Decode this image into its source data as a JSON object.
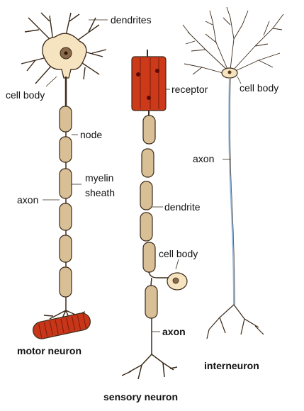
{
  "labels": {
    "dendrites": "dendrites",
    "cell_body_motor": "cell body",
    "node": "node",
    "myelin_sheath_line1": "myelin",
    "myelin_sheath_line2": "sheath",
    "axon_motor": "axon",
    "receptor": "receptor",
    "dendrite_sensory": "dendrite",
    "cell_body_sensory": "cell body",
    "axon_sensory": "axon",
    "cell_body_inter": "cell body",
    "axon_inter": "axon"
  },
  "titles": {
    "motor": "motor neuron",
    "sensory": "sensory neuron",
    "inter": "interneuron"
  },
  "colors": {
    "soma_fill": "#f6e3c0",
    "sheath_fill": "#d8bf95",
    "outline": "#3a2a1a",
    "receptor_fill": "#cc3a1a",
    "muscle_fill": "#c8361a",
    "inter_axon": "#8fb4d8"
  }
}
